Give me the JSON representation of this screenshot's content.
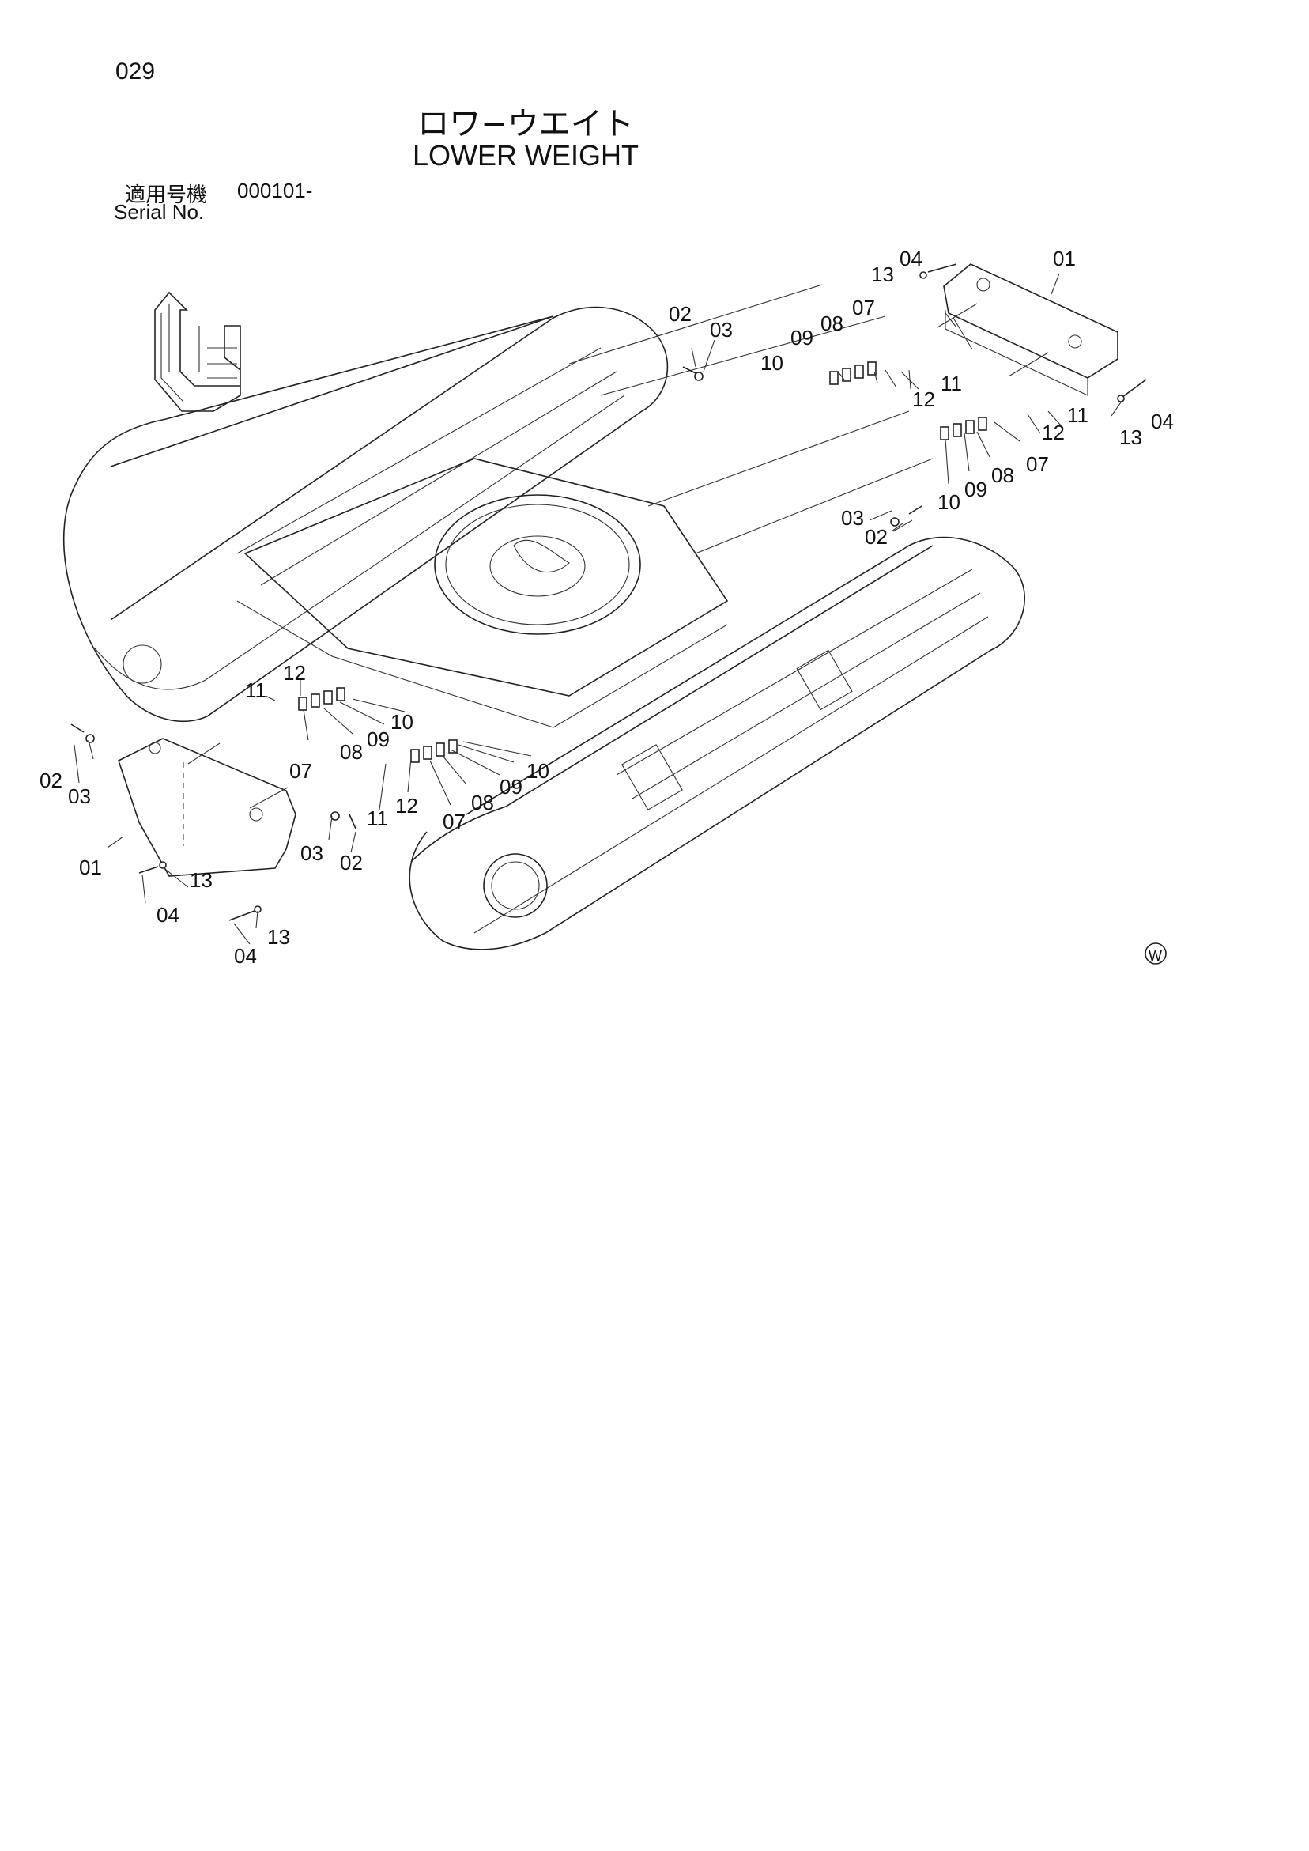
{
  "page": {
    "number": "029"
  },
  "title": {
    "japanese": "ロワ−ウエイト",
    "english": "LOWER WEIGHT"
  },
  "serial": {
    "jp_label": "適用号機",
    "value": "000101-",
    "en_label": "Serial No."
  },
  "symbol": "W",
  "callouts": [
    "01",
    "02",
    "03",
    "04",
    "13",
    "10",
    "09",
    "08",
    "07",
    "12",
    "11",
    "12",
    "11",
    "04",
    "13",
    "10",
    "09",
    "08",
    "07",
    "03",
    "02",
    "12",
    "11",
    "07",
    "08",
    "09",
    "10",
    "02",
    "03",
    "01",
    "13",
    "04",
    "04",
    "13",
    "10",
    "09",
    "08",
    "07",
    "12",
    "11",
    "03",
    "02"
  ]
}
